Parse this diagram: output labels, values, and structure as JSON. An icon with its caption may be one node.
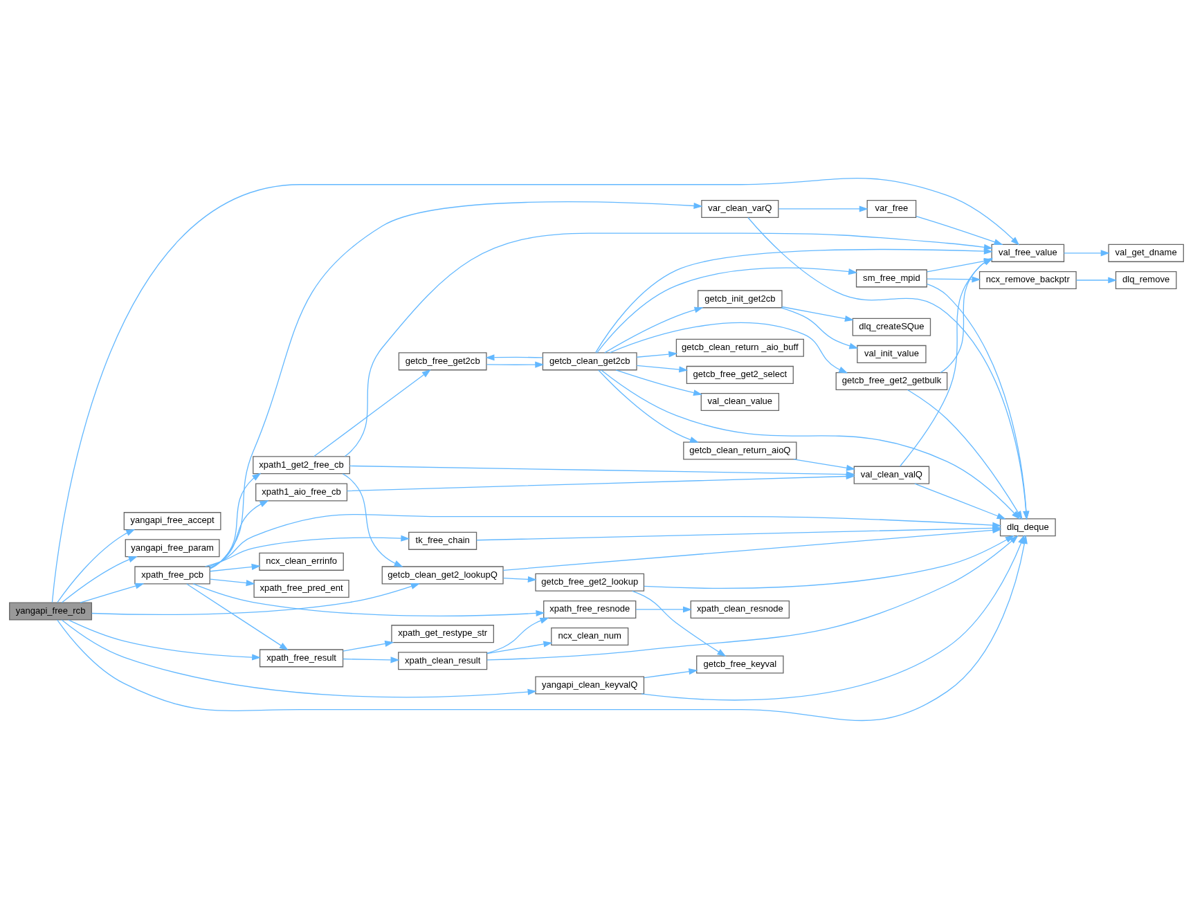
{
  "diagram": {
    "nodes": [
      {
        "text": [
          "yangapi_free_rcb"
        ]
      },
      {
        "text": [
          "xpath_free_pcb"
        ]
      },
      {
        "text": [
          "yangapi_free_accept"
        ]
      },
      {
        "text": [
          "yangapi_free_param"
        ]
      },
      {
        "text": [
          "yangapi_clean_keyvalQ"
        ]
      },
      {
        "text": [
          "tk_free_chain"
        ]
      },
      {
        "text": [
          "getcb_clean_get2_lookupQ"
        ]
      },
      {
        "text": [
          "ncx_clean_errinfo"
        ]
      },
      {
        "text": [
          "xpath_free_pred_ent"
        ]
      },
      {
        "text": [
          "xpath1_aio_free_cb"
        ]
      },
      {
        "text": [
          "xpath1_get2_free_cb"
        ]
      },
      {
        "text": [
          "xpath_free_result"
        ]
      },
      {
        "text": [
          "getcb_free_keyval"
        ]
      },
      {
        "text": [
          "getcb_free_get2_lookup"
        ]
      },
      {
        "text": [
          "getcb_free_get2cb"
        ]
      },
      {
        "text": [
          "xpath_clean_result"
        ]
      },
      {
        "text": [
          "xpath_get_restype_str"
        ]
      },
      {
        "text": [
          "getcb_clean_get2cb"
        ]
      },
      {
        "text": [
          "getcb_clean_return_aioQ"
        ]
      },
      {
        "text": [
          "getcb_clean_return _aio_buff"
        ]
      },
      {
        "text": [
          "getcb_free_get2_select"
        ]
      },
      {
        "text": [
          "val_clean_value"
        ]
      },
      {
        "text": [
          "getcb_init_get2cb"
        ]
      },
      {
        "text": [
          "sm_free_mpid"
        ]
      },
      {
        "text": [
          "var_clean_varQ"
        ]
      },
      {
        "text": [
          "xpath_free_resnode"
        ]
      },
      {
        "text": [
          "ncx_clean_num"
        ]
      },
      {
        "text": [
          "dlq_deque"
        ]
      },
      {
        "text": [
          "val_clean_valQ"
        ]
      },
      {
        "text": [
          "dlq_createSQue"
        ]
      },
      {
        "text": [
          "val_init_value"
        ]
      },
      {
        "text": [
          "getcb_free_get2_getbulk"
        ]
      },
      {
        "text": [
          "ncx_remove_backptr"
        ]
      },
      {
        "text": [
          "val_free_value"
        ]
      },
      {
        "text": [
          "var_free"
        ]
      },
      {
        "text": [
          "xpath_clean_resnode"
        ]
      },
      {
        "text": [
          "dlq_remove"
        ]
      },
      {
        "text": [
          "val_get_dname"
        ]
      }
    ],
    "edges": [
      {
        "from": 0,
        "to": 27,
        "arrow": "to"
      },
      {
        "from": 0,
        "to": 4,
        "arrow": "to"
      },
      {
        "from": 0,
        "to": 6,
        "arrow": "to"
      },
      {
        "from": 0,
        "to": 1,
        "arrow": "to"
      },
      {
        "from": 0,
        "to": 11,
        "arrow": "to"
      },
      {
        "from": 0,
        "to": 33,
        "arrow": "to"
      },
      {
        "from": 0,
        "to": 2,
        "arrow": "to"
      },
      {
        "from": 0,
        "to": 3,
        "arrow": "to"
      },
      {
        "from": 4,
        "to": 27,
        "arrow": "to"
      },
      {
        "from": 4,
        "to": 12,
        "arrow": "to"
      },
      {
        "from": 5,
        "to": 27,
        "arrow": "to"
      },
      {
        "from": 1,
        "to": 5,
        "arrow": "to"
      },
      {
        "from": 1,
        "to": 27,
        "arrow": "to"
      },
      {
        "from": 1,
        "to": 7,
        "arrow": "to"
      },
      {
        "from": 1,
        "to": 8,
        "arrow": "to"
      },
      {
        "from": 1,
        "to": 9,
        "arrow": "to"
      },
      {
        "from": 1,
        "to": 10,
        "arrow": "to"
      },
      {
        "from": 1,
        "to": 24,
        "arrow": "to"
      },
      {
        "from": 1,
        "to": 25,
        "arrow": "to"
      },
      {
        "from": 1,
        "to": 11,
        "arrow": "to"
      },
      {
        "from": 6,
        "to": 13,
        "arrow": "to"
      },
      {
        "from": 6,
        "to": 27,
        "arrow": "to"
      },
      {
        "from": 13,
        "to": 12,
        "arrow": "to"
      },
      {
        "from": 13,
        "to": 27,
        "arrow": "to"
      },
      {
        "from": 9,
        "to": 28,
        "arrow": "to"
      },
      {
        "from": 10,
        "to": 6,
        "arrow": "to"
      },
      {
        "from": 10,
        "to": 28,
        "arrow": "to"
      },
      {
        "from": 10,
        "to": 14,
        "arrow": "to"
      },
      {
        "from": 10,
        "to": 33,
        "arrow": "to"
      },
      {
        "from": 14,
        "to": 17,
        "arrow": "to"
      },
      {
        "from": 17,
        "to": 14,
        "arrow": "to"
      },
      {
        "from": 17,
        "to": 18,
        "arrow": "to"
      },
      {
        "from": 17,
        "to": 27,
        "arrow": "to"
      },
      {
        "from": 17,
        "to": 19,
        "arrow": "to"
      },
      {
        "from": 17,
        "to": 20,
        "arrow": "to"
      },
      {
        "from": 17,
        "to": 21,
        "arrow": "to"
      },
      {
        "from": 17,
        "to": 22,
        "arrow": "to"
      },
      {
        "from": 17,
        "to": 31,
        "arrow": "to"
      },
      {
        "from": 17,
        "to": 23,
        "arrow": "to"
      },
      {
        "from": 17,
        "to": 33,
        "arrow": "to"
      },
      {
        "from": 18,
        "to": 28,
        "arrow": "to"
      },
      {
        "from": 28,
        "to": 27,
        "arrow": "to"
      },
      {
        "from": 28,
        "to": 33,
        "arrow": "to"
      },
      {
        "from": 22,
        "to": 29,
        "arrow": "to"
      },
      {
        "from": 22,
        "to": 30,
        "arrow": "to"
      },
      {
        "from": 31,
        "to": 27,
        "arrow": "to"
      },
      {
        "from": 31,
        "to": 33,
        "arrow": "to"
      },
      {
        "from": 23,
        "to": 27,
        "arrow": "to"
      },
      {
        "from": 23,
        "to": 32,
        "arrow": "to"
      },
      {
        "from": 23,
        "to": 33,
        "arrow": "to"
      },
      {
        "from": 32,
        "to": 36,
        "arrow": "to"
      },
      {
        "from": 33,
        "to": 37,
        "arrow": "to"
      },
      {
        "from": 24,
        "to": 27,
        "arrow": "to"
      },
      {
        "from": 24,
        "to": 34,
        "arrow": "to"
      },
      {
        "from": 34,
        "to": 33,
        "arrow": "to"
      },
      {
        "from": 11,
        "to": 15,
        "arrow": "to"
      },
      {
        "from": 11,
        "to": 16,
        "arrow": "to"
      },
      {
        "from": 15,
        "to": 25,
        "arrow": "to"
      },
      {
        "from": 15,
        "to": 27,
        "arrow": "to"
      },
      {
        "from": 15,
        "to": 26,
        "arrow": "to"
      },
      {
        "from": 25,
        "to": 35,
        "arrow": "to"
      }
    ]
  }
}
